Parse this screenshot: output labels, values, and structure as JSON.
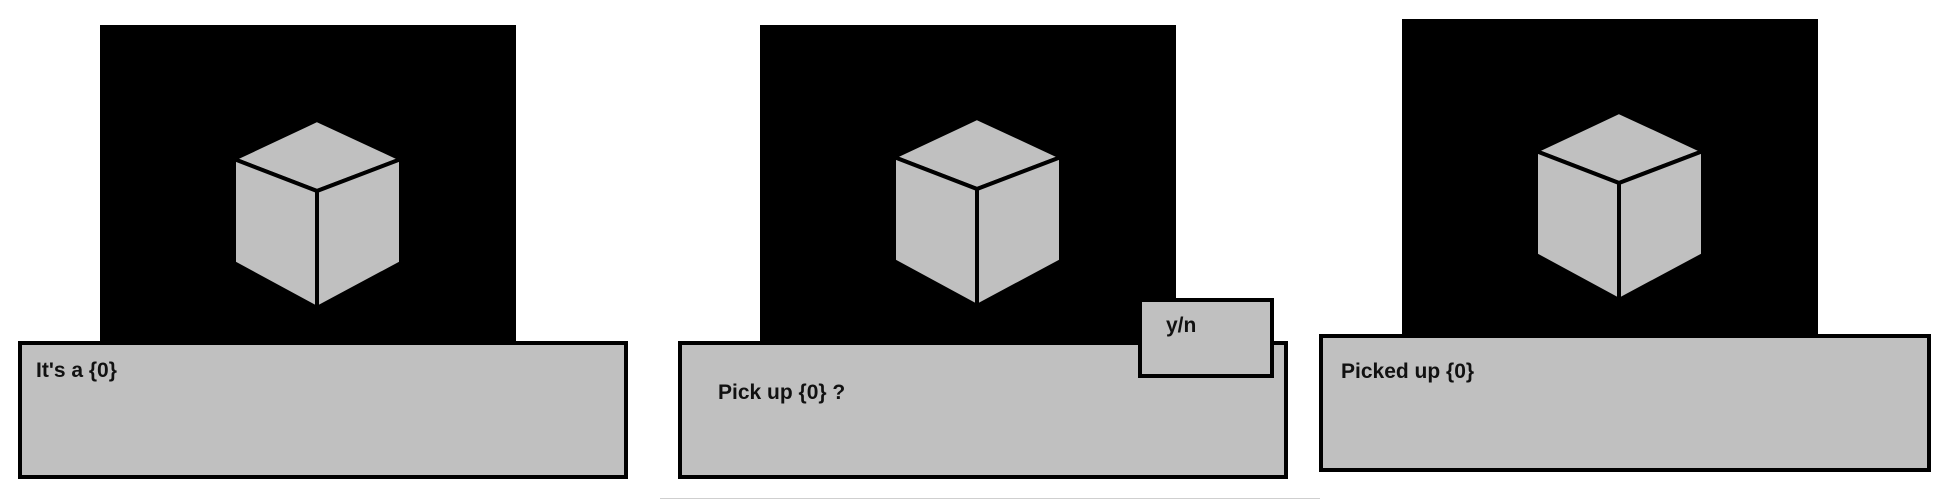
{
  "panels": [
    {
      "dialog_text": "It's a {0}"
    },
    {
      "dialog_text": "Pick up {0} ?",
      "prompt_text": "y/n"
    },
    {
      "dialog_text": "Picked up {0}"
    }
  ],
  "colors": {
    "screen": "#000000",
    "cube_face": "#c0c0c0",
    "dialog_bg": "#c0c0c0",
    "outline": "#000000"
  },
  "icons": [
    "cube-icon"
  ]
}
